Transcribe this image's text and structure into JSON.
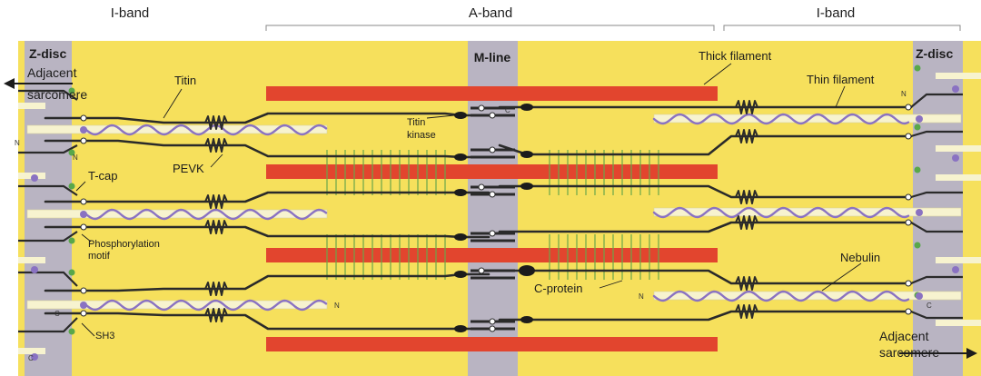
{
  "labels": {
    "band_left": "I-band",
    "band_center": "A-band",
    "band_right": "I-band",
    "zdisc_left": "Z-disc",
    "zdisc_right": "Z-disc",
    "mline": "M-line",
    "adjacent_left_1": "Adjacent",
    "adjacent_left_2": "sarcomere",
    "adjacent_right_1": "Adjacent",
    "adjacent_right_2": "sarcomere",
    "titin": "Titin",
    "thick_filament": "Thick filament",
    "thin_filament": "Thin filament",
    "titin_kinase_1": "Titin",
    "titin_kinase_2": "kinase",
    "pevk": "PEVK",
    "tcap": "T-cap",
    "phospho_1": "Phosphorylation",
    "phospho_2": "motif",
    "nebulin": "Nebulin",
    "c_protein": "C-protein",
    "sh3": "SH3",
    "n_term": "N",
    "c_term": "C"
  },
  "colors": {
    "background": "#f6e05c",
    "zdisc": "#b9b4c2",
    "thick_filament": "#e2452e",
    "thin_filament": "#f7f3cf",
    "titin": "#2a2a2a",
    "nebulin": "#8a72c2",
    "c_protein": "#6aa64a",
    "tcap": "#59a74a",
    "band_rule": "#888888"
  },
  "icons": [
    "left-arrow-icon",
    "right-arrow-icon"
  ]
}
